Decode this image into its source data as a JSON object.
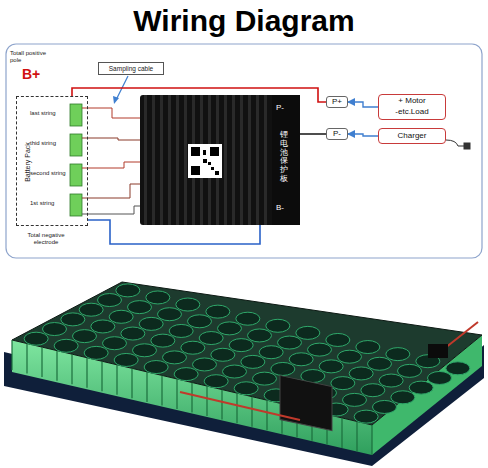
{
  "diagram": {
    "title": "Wiring Diagram",
    "nodes": [
      {
        "text": [
          "Battery Pack"
        ]
      },
      {
        "text": [
          "Sampling cable"
        ]
      },
      {
        "text": [
          "锂电池保护板",
          "P-",
          "B-"
        ]
      },
      {
        "text": [
          "P+"
        ]
      },
      {
        "text": [
          "P-"
        ]
      },
      {
        "text": [
          "+ Motor",
          "-etc.Load"
        ]
      },
      {
        "text": [
          "Charger"
        ]
      }
    ],
    "edges": [
      {
        "from": 0,
        "to": 3,
        "arrow": "none"
      },
      {
        "from": 0,
        "to": 2,
        "arrow": "none"
      },
      {
        "from": 2,
        "to": 4,
        "arrow": "none"
      },
      {
        "from": 5,
        "to": 3,
        "arrow": "to"
      },
      {
        "from": 6,
        "to": 4,
        "arrow": "to"
      }
    ],
    "labels": [
      "Totall positive pole",
      "B+",
      "last string",
      "thid string",
      "second string",
      "1st string",
      "Total negative electrode"
    ]
  }
}
